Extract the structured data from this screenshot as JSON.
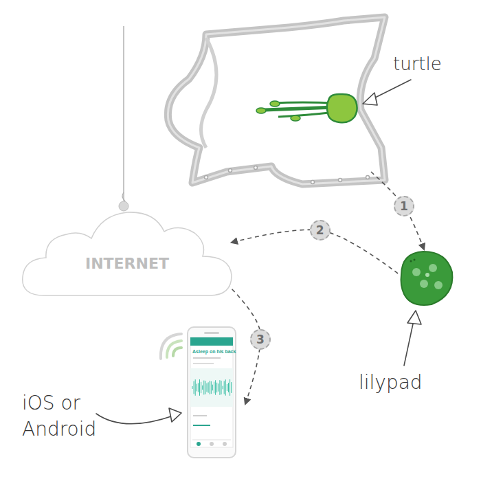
{
  "diagram": {
    "nodes": [
      {
        "text": [
          "turtle"
        ]
      },
      {
        "text": [
          "lilypad"
        ]
      },
      {
        "text": [
          "INTERNET"
        ]
      },
      {
        "text": [
          "iOS or Android"
        ]
      }
    ],
    "edges": [
      {
        "from": 0,
        "to": 1,
        "arrow": "to",
        "label": "1"
      },
      {
        "from": 1,
        "to": 2,
        "arrow": "to",
        "label": "2"
      },
      {
        "from": 2,
        "to": 3,
        "arrow": "to",
        "label": "3"
      }
    ],
    "labels": [
      "Asleep on his back"
    ]
  }
}
